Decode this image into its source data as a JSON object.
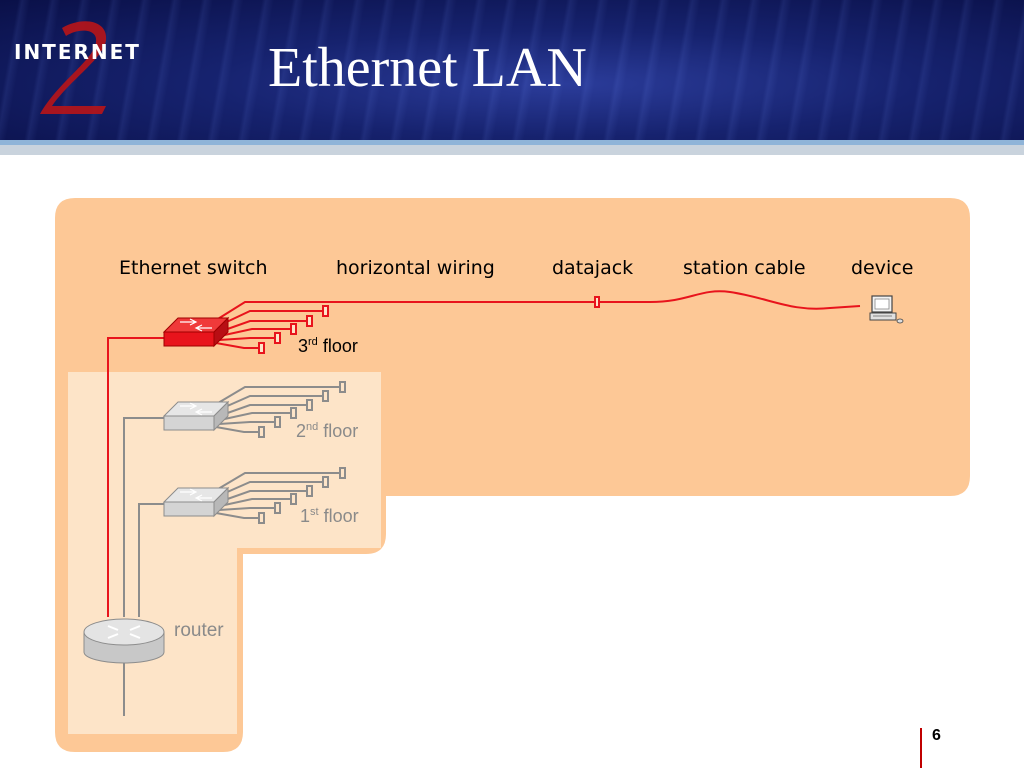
{
  "slide": {
    "logo_text": "INTERNET",
    "logo_numeral": "2",
    "title": "Ethernet LAN",
    "page_number": "6"
  },
  "labels": {
    "ethernet_switch": "Ethernet switch",
    "horizontal_wiring": "horizontal wiring",
    "datajack": "datajack",
    "station_cable": "station cable",
    "device": "device",
    "router": "router"
  },
  "floors": [
    {
      "num": "3",
      "suffix": "rd",
      "word": "floor"
    },
    {
      "num": "2",
      "suffix": "nd",
      "word": "floor"
    },
    {
      "num": "1",
      "suffix": "st",
      "word": "floor"
    }
  ],
  "colors": {
    "header_blue": "#16226e",
    "building_orange": "#fdc896",
    "lower_floor_cream": "#fde4c8",
    "active_red": "#e8141c",
    "inactive_grey": "#8c8c8c",
    "page_bar_red": "#c00000"
  }
}
